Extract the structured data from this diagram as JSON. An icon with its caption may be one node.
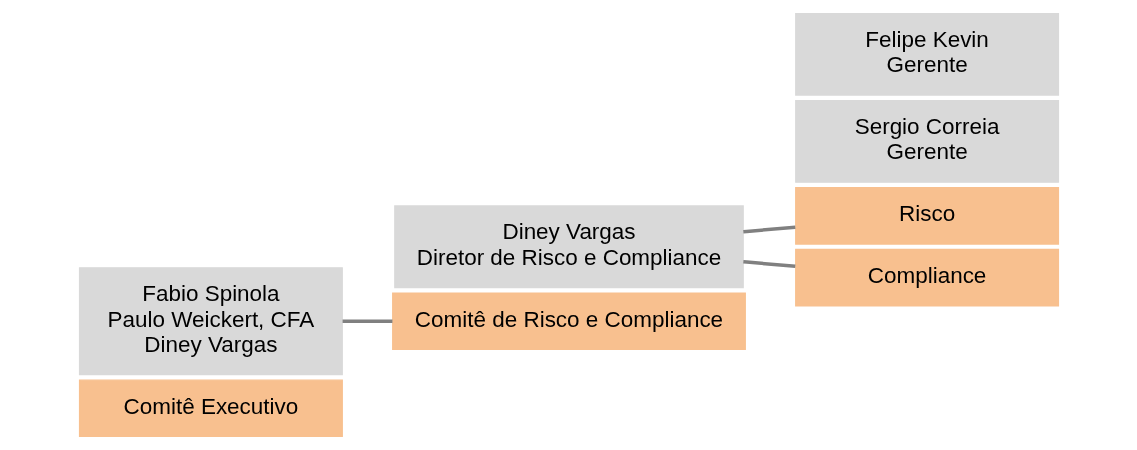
{
  "diagram": {
    "nodes": [
      {
        "text": [
          "Comitê Executivo"
        ]
      },
      {
        "text": [
          "Fabio Spinola",
          "Paulo Weickert, CFA",
          "Diney Vargas"
        ]
      },
      {
        "text": [
          "Comitê de Risco e Compliance"
        ]
      },
      {
        "text": [
          "Diney Vargas",
          "Diretor de Risco e Compliance"
        ]
      },
      {
        "text": [
          "Risco"
        ]
      },
      {
        "text": [
          "Sergio Correia",
          "Gerente"
        ]
      },
      {
        "text": [
          "Compliance"
        ]
      },
      {
        "text": [
          "Felipe Kevin",
          "Gerente"
        ]
      }
    ],
    "edges": [
      {
        "from": 1,
        "to": 2,
        "arrow": "none"
      },
      {
        "from": 3,
        "to": 4,
        "arrow": "none"
      },
      {
        "from": 3,
        "to": 6,
        "arrow": "none"
      }
    ]
  }
}
